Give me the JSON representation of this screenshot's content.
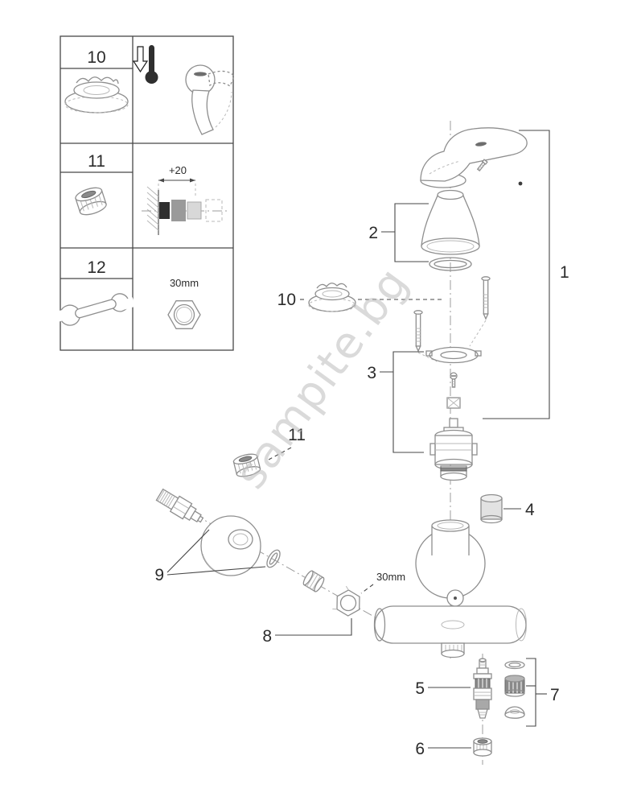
{
  "watermark": {
    "text": "sampite.bg"
  },
  "legend": {
    "rows": [
      {
        "number": "10"
      },
      {
        "number": "11"
      },
      {
        "number": "12"
      }
    ],
    "dimension_label": "+20",
    "nut_size_label": "30mm"
  },
  "diagram": {
    "callouts": {
      "c1": "1",
      "c2": "2",
      "c3": "3",
      "c4": "4",
      "c5": "5",
      "c6": "6",
      "c7": "7",
      "c8": "8",
      "c9": "9",
      "c10": "10",
      "c11": "11"
    },
    "nut_size_label": "30mm"
  }
}
